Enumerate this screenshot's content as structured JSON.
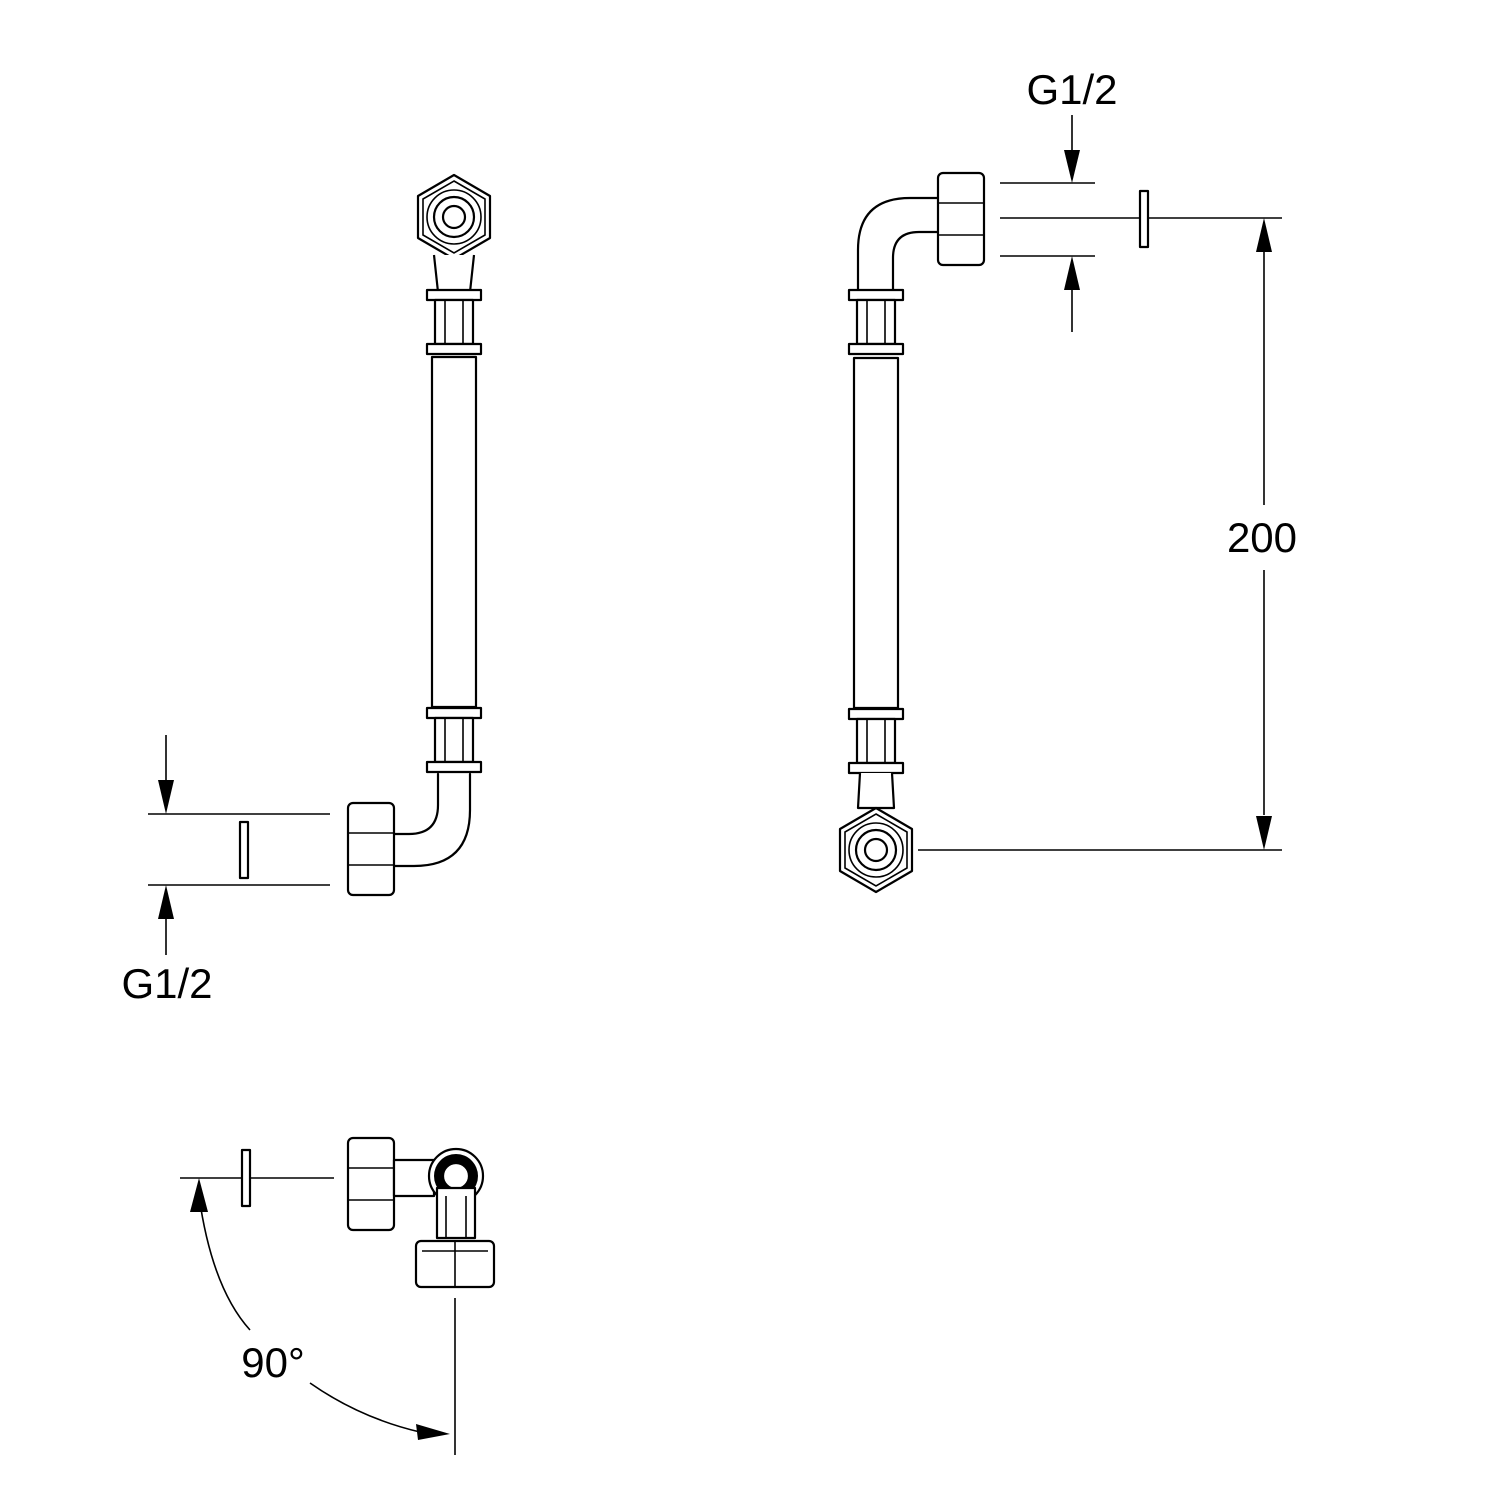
{
  "labels": {
    "thread_left": "G1/2",
    "thread_right": "G1/2",
    "length": "200",
    "angle": "90°"
  }
}
